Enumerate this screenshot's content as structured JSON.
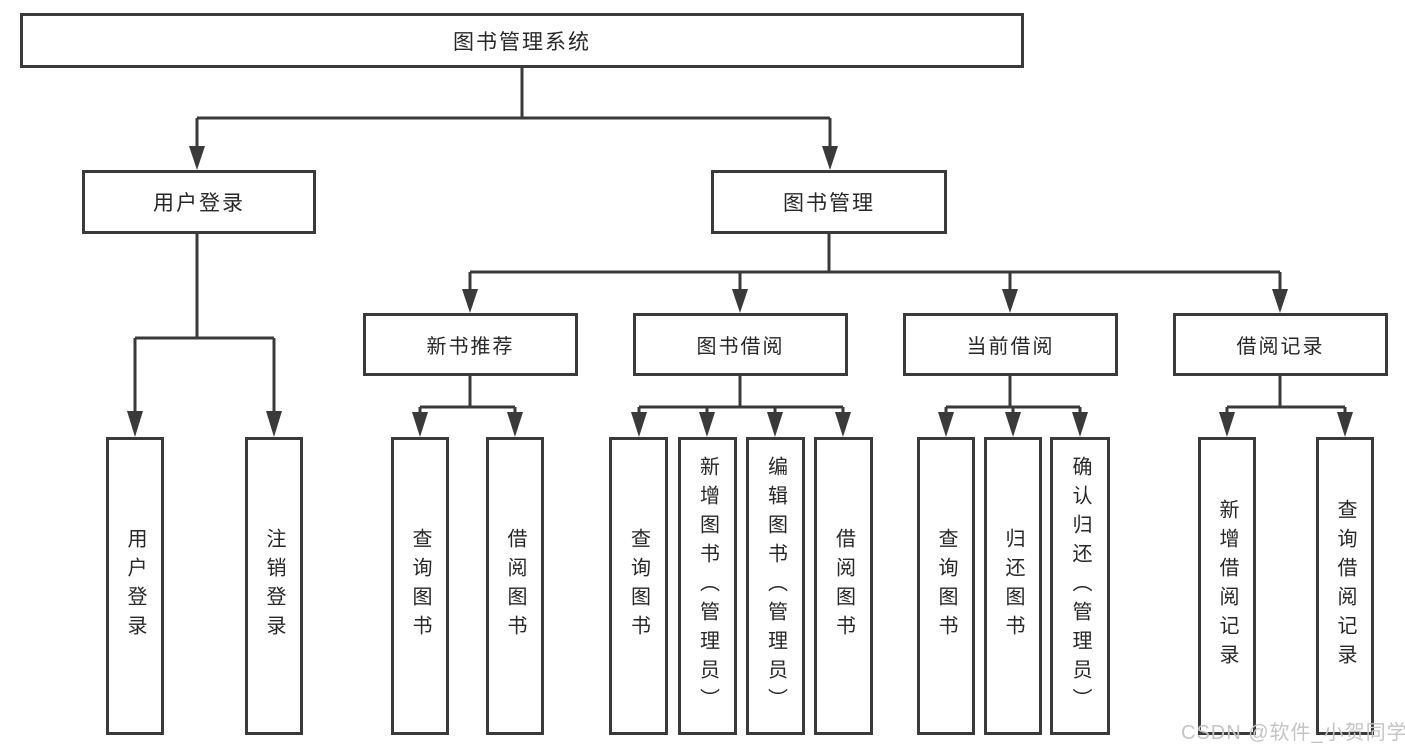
{
  "tree": {
    "label": "图书管理系统",
    "children": [
      {
        "label": "用户登录",
        "children": [
          {
            "label": "用户登录"
          },
          {
            "label": "注销登录"
          }
        ]
      },
      {
        "label": "图书管理",
        "children": [
          {
            "label": "新书推荐",
            "children": [
              {
                "label": "查询图书"
              },
              {
                "label": "借阅图书"
              }
            ]
          },
          {
            "label": "图书借阅",
            "children": [
              {
                "label": "查询图书"
              },
              {
                "label": "新增图书（管理员）"
              },
              {
                "label": "编辑图书（管理员）"
              },
              {
                "label": "借阅图书"
              }
            ]
          },
          {
            "label": "当前借阅",
            "children": [
              {
                "label": "查询图书"
              },
              {
                "label": "归还图书"
              },
              {
                "label": "确认归还（管理员）"
              }
            ]
          },
          {
            "label": "借阅记录",
            "children": [
              {
                "label": "新增借阅记录"
              },
              {
                "label": "查询借阅记录"
              }
            ]
          }
        ]
      }
    ]
  },
  "watermark": "CSDN @软件_小贺同学",
  "colors": {
    "line": "#3a3a3a",
    "text": "#272727",
    "box_background": "#ffffff",
    "page_background": "#ffffff",
    "watermark": "#c4c4c4"
  }
}
